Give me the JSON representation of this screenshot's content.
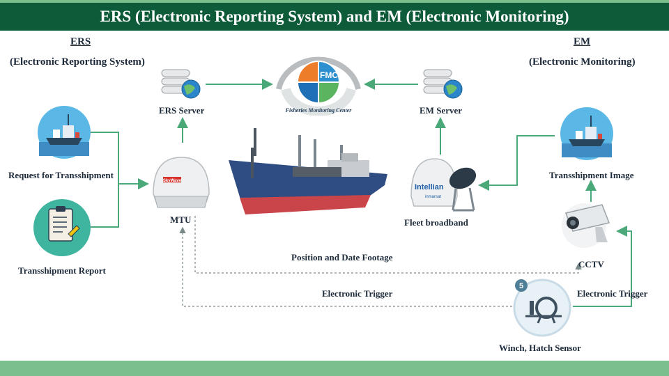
{
  "header": {
    "title": "ERS (Electronic Reporting System) and EM (Electronic Monitoring)"
  },
  "ers": {
    "abbr": "ERS",
    "full": "(Electronic Reporting System)"
  },
  "em": {
    "abbr": "EM",
    "full": "(Electronic Monitoring)"
  },
  "fmc": {
    "logo_text": "FMC",
    "ring_text": "Fisheries Monitoring Center"
  },
  "nodes": {
    "ers_server": "ERS Server",
    "em_server": "EM Server",
    "request": "Request for Transshipment",
    "report": "Transshipment Report",
    "mtu": "MTU",
    "mtu_brand": "SkyWave",
    "fleet": "Fleet broadband",
    "fleet_brand": "Intellian",
    "fleet_sub": "inmarsat",
    "image": "Transshipment Image",
    "cctv": "CCTV",
    "winch": "Winch, Hatch Sensor",
    "winch_badge": "5"
  },
  "links": {
    "position": "Position and Date Footage",
    "trigger_left": "Electronic Trigger",
    "trigger_right": "Electronic Trigger"
  },
  "colors": {
    "header_bg": "#0e5b3a",
    "accent_green": "#7bbf8e",
    "line_green": "#4aa879",
    "dash_gray": "#7a8a8a"
  },
  "icons": [
    "server-icon",
    "globe-icon",
    "ship-icon",
    "clipboard-icon",
    "satellite-dome-icon",
    "cctv-camera-icon",
    "winch-icon"
  ]
}
